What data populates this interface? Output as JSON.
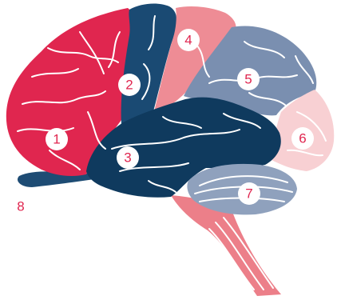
{
  "colors": {
    "frontal": "#e0264f",
    "precentral": "#1a4a73",
    "postcentral": "#ee8c95",
    "parietal": "#7a8fb0",
    "temporal": "#0f3a5e",
    "occipital": "#f8d0d3",
    "cerebellum": "#8fa1bd",
    "brainstem": "#ec7f89",
    "olfactory": "#1e4c74",
    "marker_fill": "#ffffff",
    "marker_text": "#e0264f",
    "sulcus": "#ffffff"
  },
  "markers": [
    {
      "id": "frontal-lobe",
      "label": "1"
    },
    {
      "id": "precentral-gyrus",
      "label": "2"
    },
    {
      "id": "temporal-lobe",
      "label": "3"
    },
    {
      "id": "postcentral-gyrus",
      "label": "4"
    },
    {
      "id": "parietal-lobe",
      "label": "5"
    },
    {
      "id": "occipital-lobe",
      "label": "6"
    },
    {
      "id": "cerebellum",
      "label": "7"
    },
    {
      "id": "olfactory-bulb",
      "label": "8"
    }
  ]
}
